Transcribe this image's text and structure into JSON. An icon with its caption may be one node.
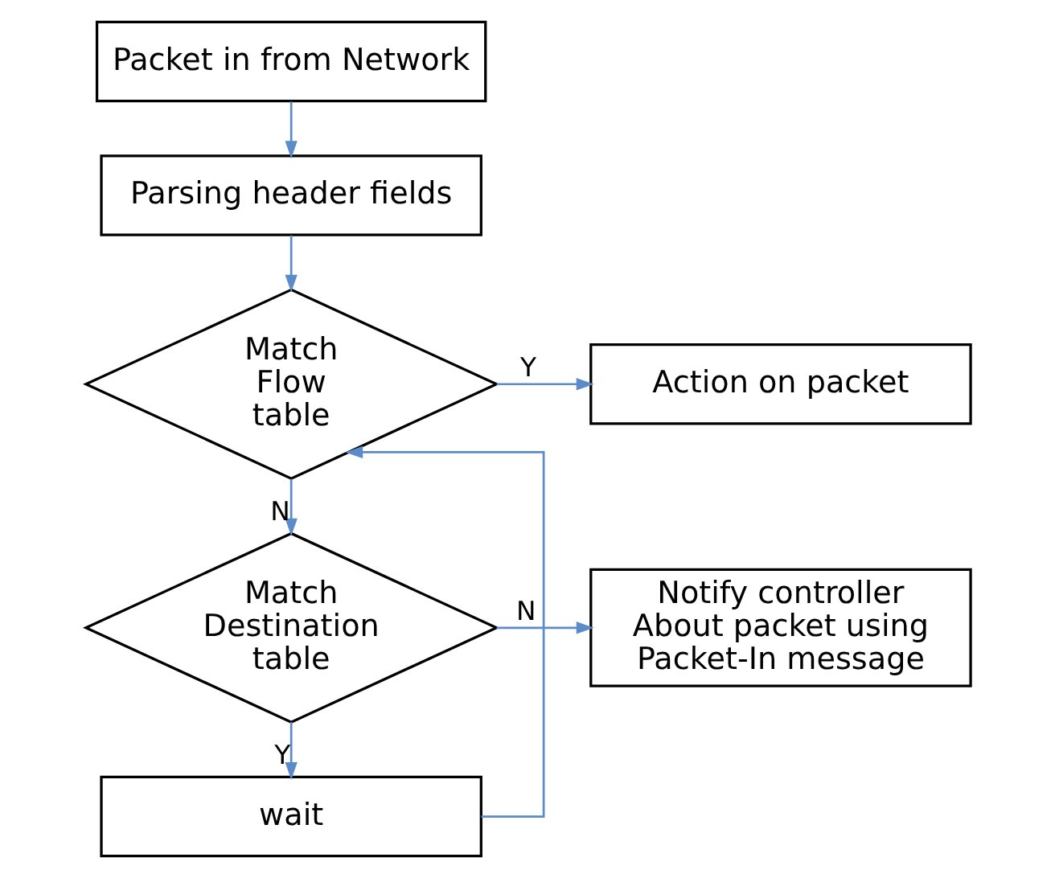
{
  "diagram": {
    "nodes": [
      {
        "text": [
          "Packet in from Network"
        ]
      },
      {
        "text": [
          "Parsing header fields"
        ]
      },
      {
        "text": [
          "Match Flow table"
        ]
      },
      {
        "text": [
          "Action on packet"
        ]
      },
      {
        "text": [
          "Match Destination table"
        ]
      },
      {
        "text": [
          "Notify controller About packet using Packet-In message"
        ]
      },
      {
        "text": [
          "wait"
        ]
      }
    ],
    "edges": [
      {
        "from": 0,
        "to": 1,
        "arrow": "to"
      },
      {
        "from": 1,
        "to": 2,
        "arrow": "to"
      },
      {
        "from": 2,
        "to": 3,
        "label": "Y",
        "arrow": "to"
      },
      {
        "from": 2,
        "to": 4,
        "label": "N",
        "arrow": "to"
      },
      {
        "from": 4,
        "to": 5,
        "label": "N",
        "arrow": "to"
      },
      {
        "from": 4,
        "to": 6,
        "label": "Y",
        "arrow": "to"
      },
      {
        "from": 6,
        "to": 2,
        "arrow": "to"
      }
    ]
  }
}
